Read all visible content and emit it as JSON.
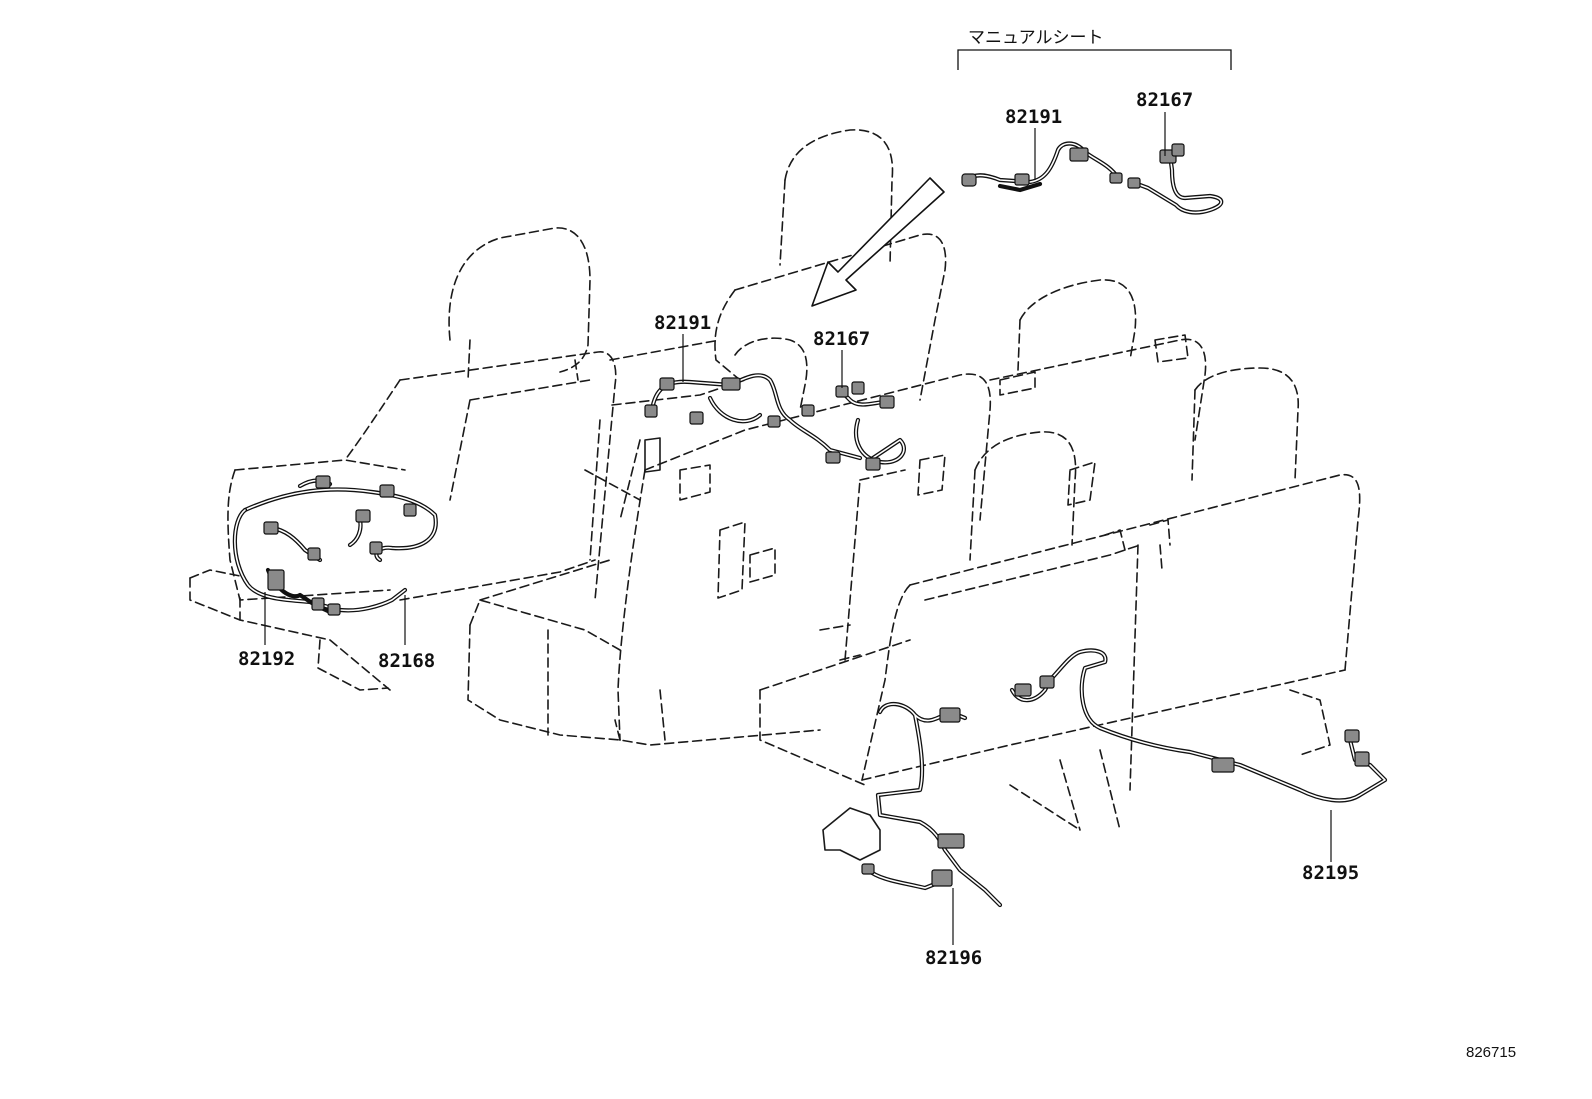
{
  "diagram": {
    "variant_caption": "マニュアルシート",
    "reference_id": "826715",
    "parts": [
      {
        "id": "82191",
        "label": "82191"
      },
      {
        "id": "82167",
        "label": "82167"
      },
      {
        "id": "82191",
        "label": "82191"
      },
      {
        "id": "82167",
        "label": "82167"
      },
      {
        "id": "82192",
        "label": "82192"
      },
      {
        "id": "82168",
        "label": "82168"
      },
      {
        "id": "82195",
        "label": "82195"
      },
      {
        "id": "82196",
        "label": "82196"
      }
    ]
  }
}
